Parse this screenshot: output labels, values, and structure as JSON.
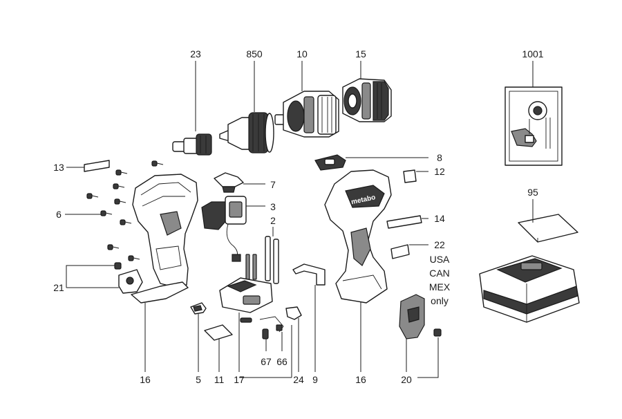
{
  "diagram": {
    "labels": {
      "p23": "23",
      "p850": "850",
      "p10": "10",
      "p15": "15",
      "p1001": "1001",
      "p13": "13",
      "p6": "6",
      "p21": "21",
      "p7": "7",
      "p3": "3",
      "p2": "2",
      "p8": "8",
      "p12": "12",
      "p14": "14",
      "p22": "22",
      "p95": "95",
      "p16a": "16",
      "p5": "5",
      "p11": "11",
      "p17": "17",
      "p67": "67",
      "p66": "66",
      "p24": "24",
      "p9": "9",
      "p16b": "16",
      "p20": "20"
    },
    "region_note": [
      "USA",
      "CAN",
      "MEX",
      "only"
    ],
    "housing_brand": "metabo"
  }
}
